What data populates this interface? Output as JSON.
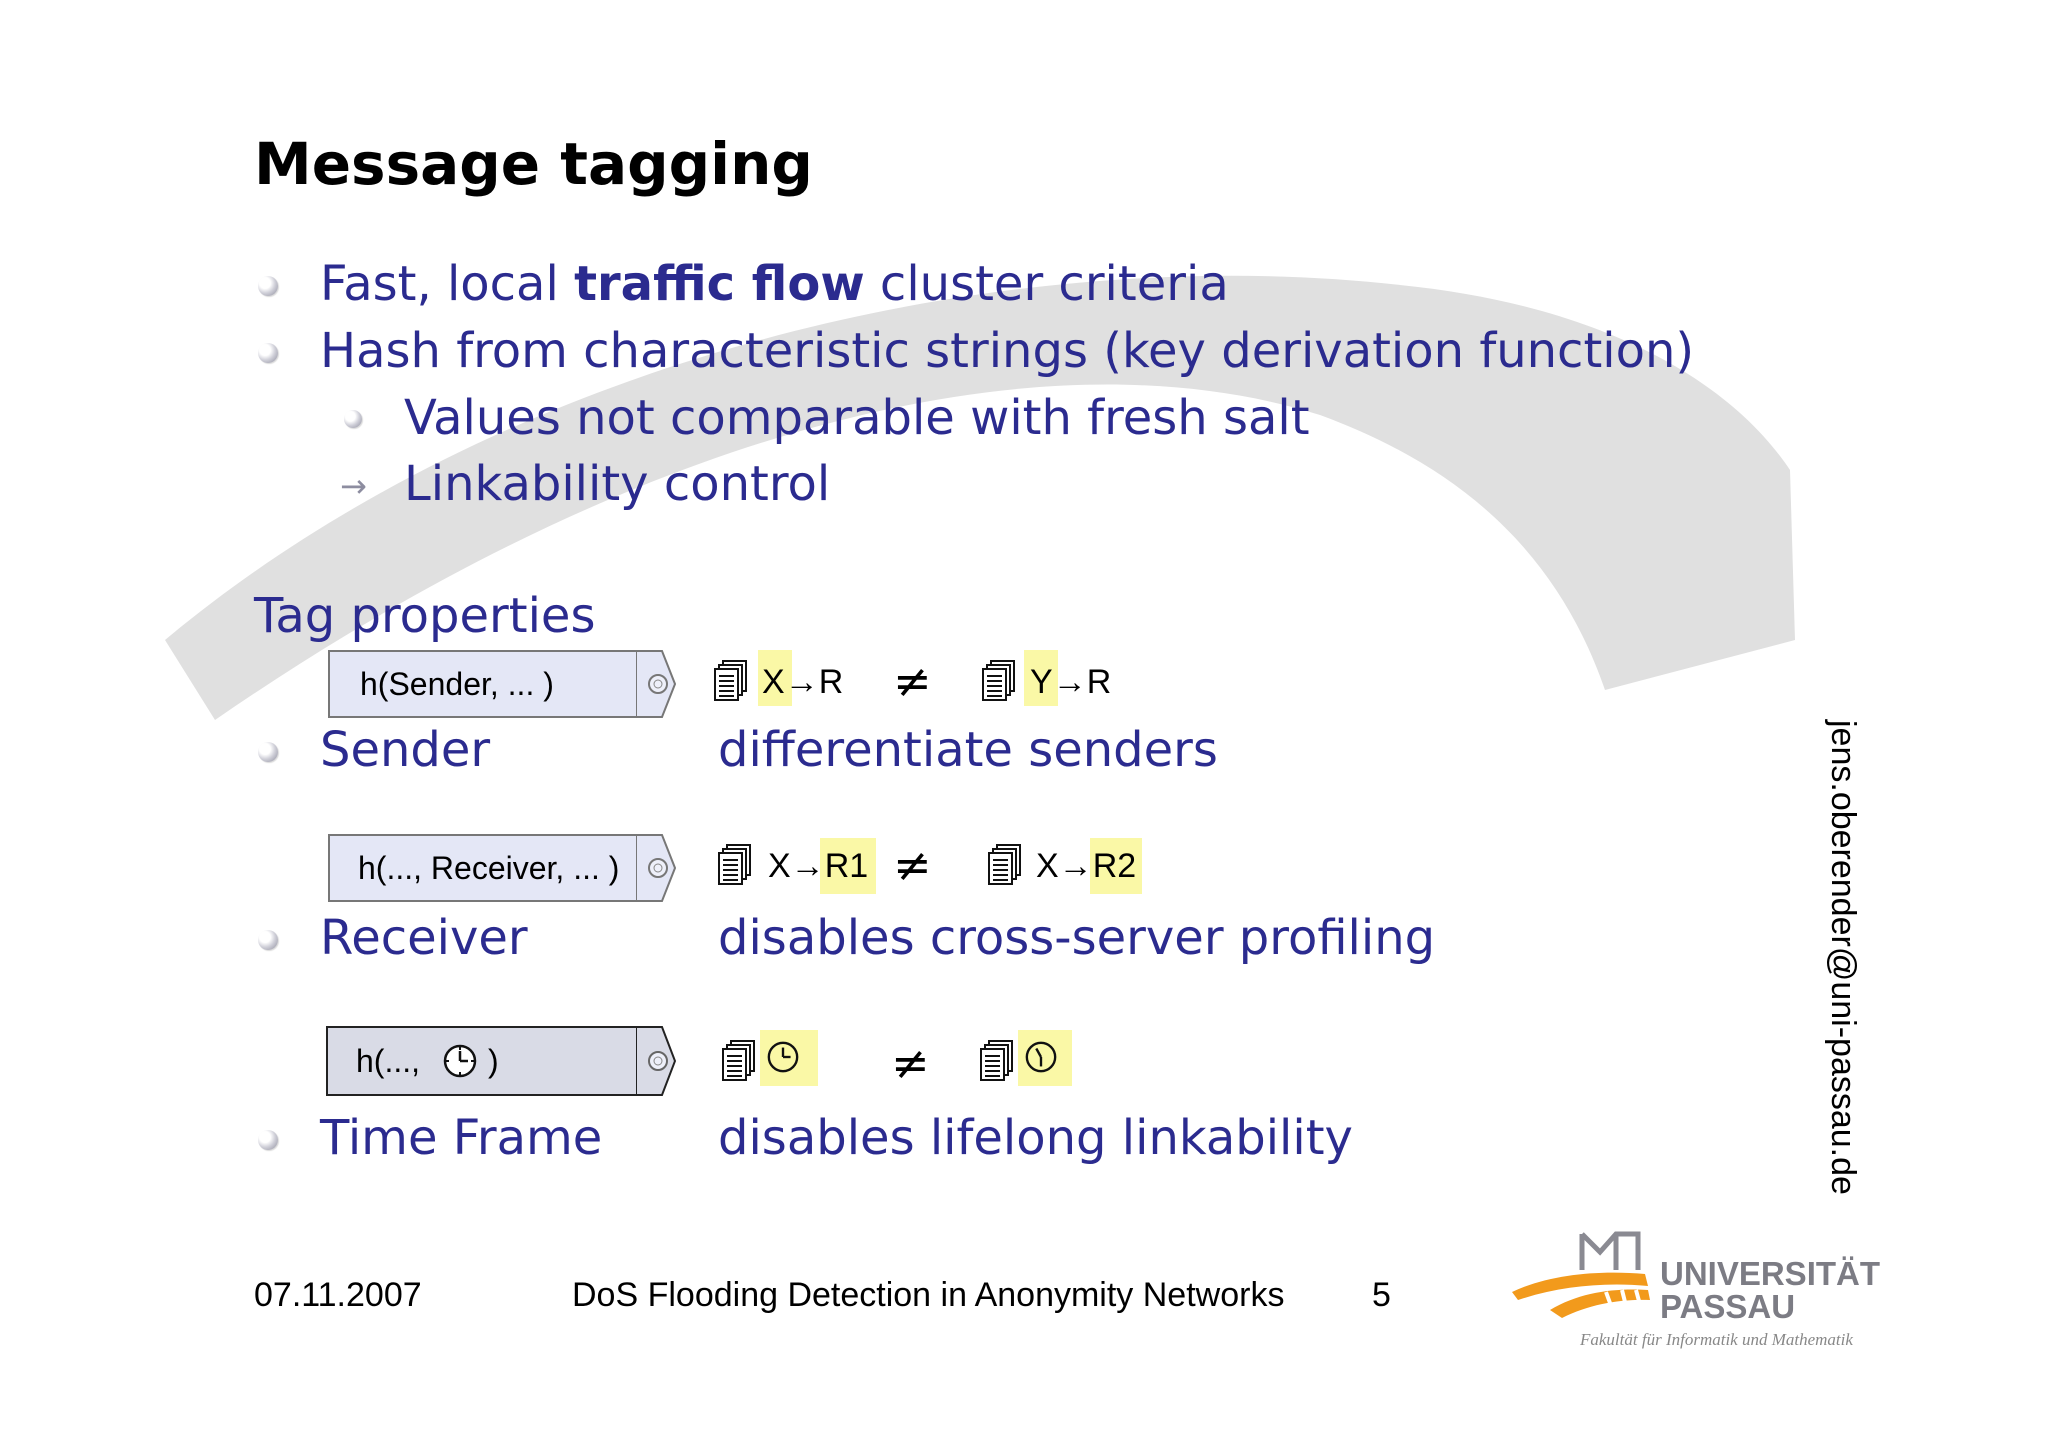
{
  "slide": {
    "title": "Message tagging",
    "bullets": [
      {
        "pre": "Fast, local ",
        "bold": "traffic flow",
        "post": " cluster criteria"
      },
      {
        "text": "Hash from characteristic strings (key derivation function)"
      }
    ],
    "sub_bullets": [
      {
        "marker": "circle-bullet",
        "text": "Values not comparable with fresh salt"
      },
      {
        "marker": "arrow-bullet",
        "text": "Linkability control"
      }
    ],
    "tag_properties_heading": "Tag properties",
    "properties": [
      {
        "tag_label": "h(Sender, ... )",
        "bullet": "Sender",
        "left": {
          "highlight": "X",
          "rest": "→R"
        },
        "neq": "≠",
        "right": {
          "highlight": "Y",
          "rest": "→R"
        },
        "description": "differentiate senders"
      },
      {
        "tag_label": "h(..., Receiver, ... )",
        "bullet": "Receiver",
        "left": {
          "plain": "X→",
          "highlight": "R1"
        },
        "neq": "≠",
        "right": {
          "plain": "X→",
          "highlight": "R2"
        },
        "description": "disables cross-server profiling"
      },
      {
        "tag_label_pre": "h(...,",
        "tag_label_post": ")",
        "tag_icon": "clock-icon",
        "bullet": "Time Frame",
        "neq": "≠",
        "description": "disables lifelong linkability"
      }
    ]
  },
  "footer": {
    "date": "07.11.2007",
    "talk_title": "DoS Flooding Detection in Anonymity Networks",
    "page": "5"
  },
  "side_email": "jens.oberender@uni-passau.de",
  "logo": {
    "line1": "UNIVERSITÄT",
    "line2": "PASSAU",
    "subtitle": "Fakultät für Informatik und Mathematik"
  },
  "colors": {
    "bullet_text": "#2b2b8f",
    "highlight": "#faf8a6",
    "logo_orange": "#f29a1c",
    "logo_gray": "#7c7c84"
  }
}
